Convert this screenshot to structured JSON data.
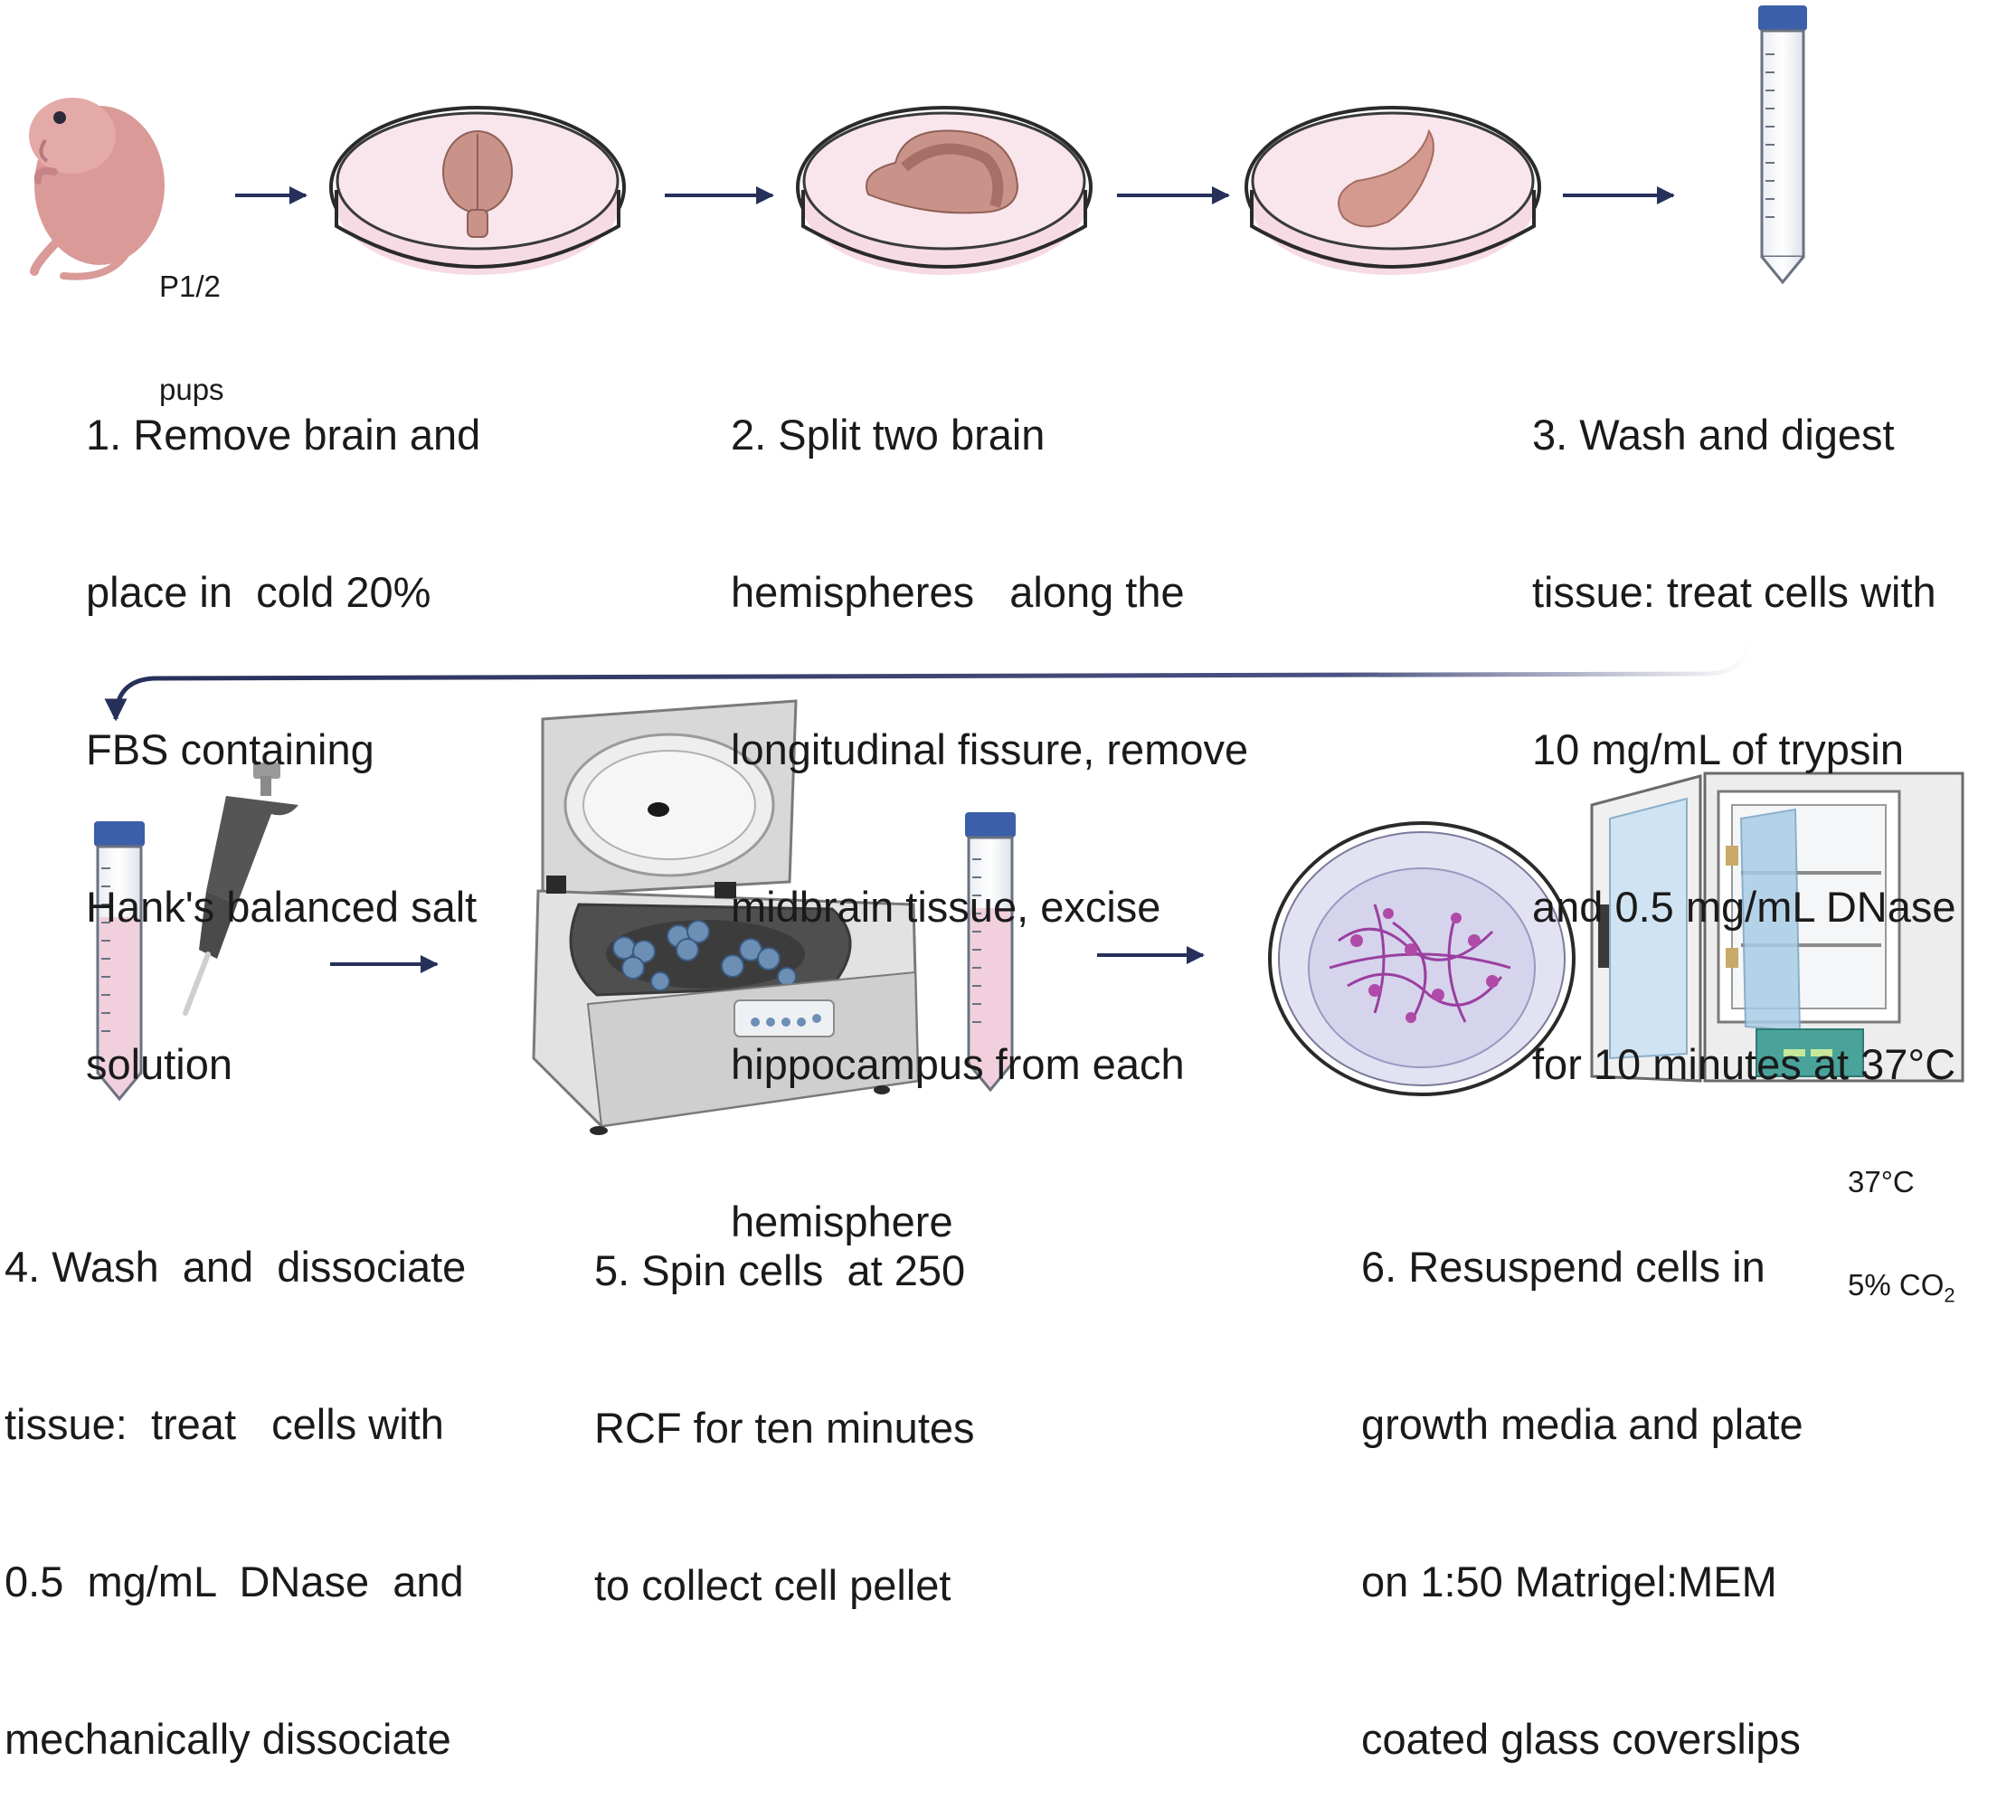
{
  "pup_label": [
    "P1/2",
    "pups"
  ],
  "steps": [
    {
      "lines": [
        "1. Remove brain and",
        "place in  cold 20%",
        "FBS containing",
        "Hank's balanced salt",
        "solution"
      ]
    },
    {
      "lines": [
        "2. Split two brain",
        "hemispheres   along the",
        "longitudinal fissure, remove",
        "midbrain tissue, excise",
        "hippocampus from each",
        "hemisphere"
      ]
    },
    {
      "lines": [
        "3. Wash and digest",
        "tissue: treat cells with",
        "10 mg/mL of trypsin",
        "and 0.5 mg/mL DNase",
        "for 10 minutes at 37°C"
      ]
    },
    {
      "lines": [
        "4. Wash  and  dissociate",
        "tissue:  treat   cells with",
        "0.5  mg/mL  DNase  and",
        "mechanically dissociate"
      ]
    },
    {
      "lines": [
        "5. Spin cells  at 250",
        "RCF for ten minutes",
        "to collect cell pellet"
      ]
    },
    {
      "lines": [
        "6. Resuspend cells in",
        "growth media and plate",
        "on 1:50 Matrigel:MEM",
        "coated glass coverslips"
      ]
    }
  ],
  "incubator_label": {
    "temp": "37°C",
    "co2_prefix": "5% CO",
    "co2_sub": "2"
  },
  "colors": {
    "arrow": "#26305a",
    "dish_fill": "#f6dbe4",
    "tissue": "#c9938a",
    "tube_cap": "#3b5fa8",
    "cell_purple": "#9a3fa0"
  }
}
